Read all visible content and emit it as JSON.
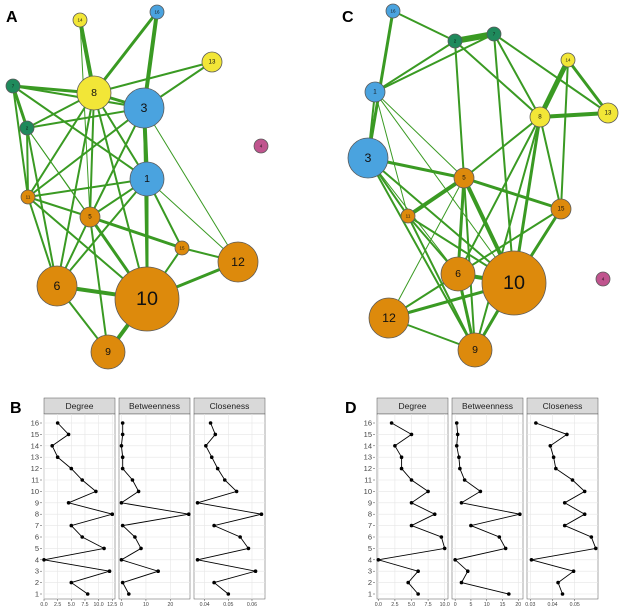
{
  "panel_letters": [
    "A",
    "B",
    "C",
    "D"
  ],
  "colors": {
    "edge": "#3a9a23",
    "node_border": "#5a5a5a",
    "cluster_blue": "#4aa3df",
    "cluster_yellow": "#f2e637",
    "cluster_orange": "#dd8a0c",
    "cluster_darkgreen": "#1f8a5c",
    "cluster_pink": "#c0548e",
    "strip_bg": "#d9d9d9",
    "grid": "#e6e6e6",
    "line": "#000000"
  },
  "chart_data": [
    {
      "panel": "A",
      "type": "network",
      "nodes": [
        {
          "id": "1",
          "group": "blue",
          "size": 3
        },
        {
          "id": "2",
          "group": "darkgreen",
          "size": 1
        },
        {
          "id": "3",
          "group": "blue",
          "size": 5
        },
        {
          "id": "4",
          "group": "pink",
          "size": 1
        },
        {
          "id": "5",
          "group": "orange",
          "size": 2
        },
        {
          "id": "6",
          "group": "orange",
          "size": 4
        },
        {
          "id": "7",
          "group": "darkgreen",
          "size": 1
        },
        {
          "id": "8",
          "group": "yellow",
          "size": 3
        },
        {
          "id": "9",
          "group": "orange",
          "size": 3
        },
        {
          "id": "10",
          "group": "orange",
          "size": 8
        },
        {
          "id": "11",
          "group": "orange",
          "size": 1
        },
        {
          "id": "12",
          "group": "orange",
          "size": 4
        },
        {
          "id": "13",
          "group": "yellow",
          "size": 2
        },
        {
          "id": "14",
          "group": "yellow",
          "size": 1
        },
        {
          "id": "15",
          "group": "orange",
          "size": 1
        },
        {
          "id": "16",
          "group": "blue",
          "size": 1
        }
      ],
      "edges": [
        [
          "14",
          "8",
          4
        ],
        [
          "16",
          "3",
          4
        ],
        [
          "16",
          "8",
          3
        ],
        [
          "13",
          "8",
          2
        ],
        [
          "13",
          "3",
          2
        ],
        [
          "7",
          "8",
          3
        ],
        [
          "7",
          "2",
          3
        ],
        [
          "2",
          "8",
          2
        ],
        [
          "7",
          "3",
          2
        ],
        [
          "2",
          "3",
          2
        ],
        [
          "8",
          "3",
          3
        ],
        [
          "8",
          "1",
          2
        ],
        [
          "8",
          "11",
          2
        ],
        [
          "8",
          "5",
          2
        ],
        [
          "8",
          "6",
          2
        ],
        [
          "8",
          "10",
          2
        ],
        [
          "3",
          "1",
          4
        ],
        [
          "3",
          "5",
          2
        ],
        [
          "3",
          "10",
          2
        ],
        [
          "3",
          "11",
          2
        ],
        [
          "3",
          "12",
          1
        ],
        [
          "1",
          "10",
          3
        ],
        [
          "1",
          "6",
          2
        ],
        [
          "1",
          "5",
          2
        ],
        [
          "1",
          "11",
          2
        ],
        [
          "1",
          "12",
          1
        ],
        [
          "1",
          "15",
          2
        ],
        [
          "2",
          "11",
          2
        ],
        [
          "2",
          "5",
          1
        ],
        [
          "11",
          "5",
          2
        ],
        [
          "11",
          "6",
          2
        ],
        [
          "11",
          "10",
          2
        ],
        [
          "5",
          "10",
          3
        ],
        [
          "5",
          "6",
          2
        ],
        [
          "5",
          "15",
          3
        ],
        [
          "5",
          "9",
          2
        ],
        [
          "15",
          "10",
          2
        ],
        [
          "15",
          "12",
          2
        ],
        [
          "12",
          "10",
          3
        ],
        [
          "6",
          "10",
          4
        ],
        [
          "6",
          "9",
          2
        ],
        [
          "10",
          "9",
          4
        ],
        [
          "7",
          "1",
          2
        ],
        [
          "2",
          "6",
          2
        ],
        [
          "2",
          "10",
          1
        ],
        [
          "14",
          "5",
          1
        ],
        [
          "7",
          "11",
          2
        ]
      ]
    },
    {
      "panel": "B",
      "type": "line",
      "facets": [
        "Degree",
        "Betweenness",
        "Closeness"
      ],
      "y_categories": [
        "1",
        "2",
        "3",
        "4",
        "5",
        "6",
        "7",
        "8",
        "9",
        "10",
        "11",
        "12",
        "13",
        "14",
        "15",
        "16"
      ],
      "series": [
        {
          "name": "Degree",
          "xticks": [
            "0.0",
            "2.5",
            "5.0",
            "7.5",
            "10.0",
            "12.5"
          ],
          "xlim": [
            0,
            13
          ],
          "values": [
            8,
            5,
            12,
            0,
            11,
            7,
            5,
            12.5,
            4.5,
            9.5,
            7,
            5,
            2.5,
            1.5,
            4.5,
            2.5
          ]
        },
        {
          "name": "Betweenness",
          "xticks": [
            "0",
            "10",
            "20"
          ],
          "xlim": [
            -1,
            28
          ],
          "values": [
            3,
            0.5,
            15,
            0,
            8,
            5.5,
            0.5,
            27.5,
            0,
            7,
            4.5,
            0.5,
            0.5,
            0,
            0.5,
            0.5
          ]
        },
        {
          "name": "Closeness",
          "xticks": [
            "0.04",
            "0.05",
            "0.06"
          ],
          "xlim": [
            0.0355,
            0.0655
          ],
          "values": [
            0.05,
            0.044,
            0.0615,
            0.037,
            0.0585,
            0.055,
            0.044,
            0.064,
            0.037,
            0.0535,
            0.0485,
            0.0455,
            0.043,
            0.0405,
            0.0445,
            0.0425
          ]
        }
      ]
    },
    {
      "panel": "C",
      "type": "network",
      "nodes": [
        {
          "id": "1",
          "group": "blue",
          "size": 2
        },
        {
          "id": "2",
          "group": "darkgreen",
          "size": 1
        },
        {
          "id": "3",
          "group": "blue",
          "size": 5
        },
        {
          "id": "4",
          "group": "pink",
          "size": 1
        },
        {
          "id": "5",
          "group": "orange",
          "size": 2
        },
        {
          "id": "6",
          "group": "orange",
          "size": 3
        },
        {
          "id": "7",
          "group": "darkgreen",
          "size": 1
        },
        {
          "id": "8",
          "group": "yellow",
          "size": 2
        },
        {
          "id": "9",
          "group": "orange",
          "size": 3
        },
        {
          "id": "10",
          "group": "orange",
          "size": 8
        },
        {
          "id": "11",
          "group": "orange",
          "size": 1
        },
        {
          "id": "12",
          "group": "orange",
          "size": 4
        },
        {
          "id": "13",
          "group": "yellow",
          "size": 2
        },
        {
          "id": "14",
          "group": "yellow",
          "size": 1
        },
        {
          "id": "15",
          "group": "orange",
          "size": 2
        },
        {
          "id": "16",
          "group": "blue",
          "size": 1
        }
      ],
      "edges": [
        [
          "2",
          "7",
          6
        ],
        [
          "16",
          "3",
          3
        ],
        [
          "16",
          "2",
          2
        ],
        [
          "2",
          "1",
          2
        ],
        [
          "2",
          "8",
          2
        ],
        [
          "2",
          "5",
          2
        ],
        [
          "7",
          "8",
          2
        ],
        [
          "7",
          "13",
          2
        ],
        [
          "7",
          "1",
          2
        ],
        [
          "7",
          "10",
          2
        ],
        [
          "8",
          "14",
          5
        ],
        [
          "8",
          "13",
          4
        ],
        [
          "14",
          "13",
          3
        ],
        [
          "8",
          "5",
          2
        ],
        [
          "8",
          "15",
          2
        ],
        [
          "8",
          "6",
          2
        ],
        [
          "8",
          "10",
          3
        ],
        [
          "8",
          "9",
          2
        ],
        [
          "1",
          "3",
          2
        ],
        [
          "1",
          "5",
          1
        ],
        [
          "1",
          "11",
          1
        ],
        [
          "1",
          "10",
          1
        ],
        [
          "3",
          "5",
          3
        ],
        [
          "3",
          "11",
          2
        ],
        [
          "3",
          "6",
          1
        ],
        [
          "3",
          "10",
          2
        ],
        [
          "3",
          "9",
          2
        ],
        [
          "5",
          "11",
          4
        ],
        [
          "5",
          "15",
          3
        ],
        [
          "5",
          "6",
          3
        ],
        [
          "5",
          "10",
          4
        ],
        [
          "5",
          "9",
          2
        ],
        [
          "5",
          "12",
          1
        ],
        [
          "11",
          "6",
          2
        ],
        [
          "11",
          "10",
          2
        ],
        [
          "11",
          "9",
          2
        ],
        [
          "15",
          "10",
          3
        ],
        [
          "15",
          "6",
          2
        ],
        [
          "6",
          "10",
          4
        ],
        [
          "6",
          "9",
          3
        ],
        [
          "6",
          "12",
          2
        ],
        [
          "12",
          "10",
          3
        ],
        [
          "12",
          "9",
          2
        ],
        [
          "10",
          "9",
          3
        ],
        [
          "14",
          "15",
          2
        ]
      ]
    },
    {
      "panel": "D",
      "type": "line",
      "facets": [
        "Degree",
        "Betweenness",
        "Closeness"
      ],
      "y_categories": [
        "1",
        "2",
        "3",
        "4",
        "5",
        "6",
        "7",
        "8",
        "9",
        "10",
        "11",
        "12",
        "13",
        "14",
        "15",
        "16"
      ],
      "series": [
        {
          "name": "Degree",
          "xticks": [
            "0.0",
            "2.5",
            "5.0",
            "7.5",
            "10.0"
          ],
          "xlim": [
            -0.2,
            10.5
          ],
          "values": [
            6,
            4.5,
            6,
            0,
            10,
            9.5,
            5,
            8.5,
            5,
            7.5,
            5,
            3.5,
            3.5,
            2.5,
            5,
            2
          ]
        },
        {
          "name": "Betweenness",
          "xticks": [
            "0",
            "5",
            "10",
            "15",
            "20"
          ],
          "xlim": [
            -1,
            21.5
          ],
          "values": [
            17,
            2,
            4,
            0,
            16,
            14,
            5,
            20.5,
            2,
            8,
            3,
            1.5,
            1.2,
            0.5,
            0.8,
            0.5
          ]
        },
        {
          "name": "Closeness",
          "xticks": [
            "0.03",
            "0.04",
            "0.05"
          ],
          "xlim": [
            0.0285,
            0.0605
          ],
          "values": [
            0.0445,
            0.0425,
            0.0495,
            0.0305,
            0.0595,
            0.0575,
            0.0455,
            0.0545,
            0.0455,
            0.0545,
            0.049,
            0.0415,
            0.0405,
            0.039,
            0.0465,
            0.0325
          ]
        }
      ]
    }
  ]
}
